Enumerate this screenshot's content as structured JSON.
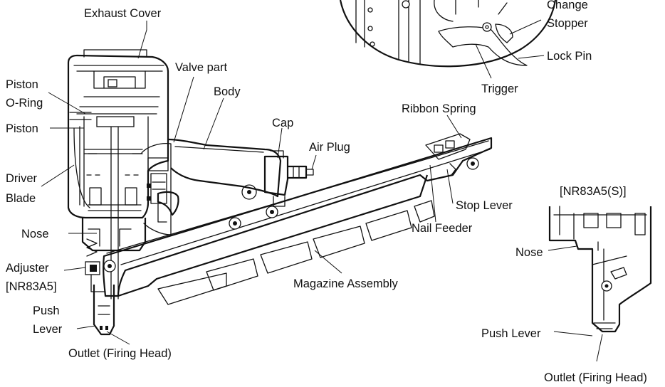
{
  "labels": {
    "exhaust_cover": "Exhaust Cover",
    "valve_part": "Valve part",
    "piston_oring_1": "Piston",
    "piston_oring_2": "O-Ring",
    "body": "Body",
    "piston": "Piston",
    "cap": "Cap",
    "air_plug": "Air Plug",
    "ribbon_spring": "Ribbon Spring",
    "driver_blade_1": "Driver",
    "driver_blade_2": "Blade",
    "stop_lever": "Stop Lever",
    "nose": "Nose",
    "nail_feeder": "Nail Feeder",
    "adjuster_1": "Adjuster",
    "adjuster_2": "[NR83A5]",
    "magazine_assembly": "Magazine Assembly",
    "push_lever_1": "Push",
    "push_lever_2": "Lever",
    "outlet": "Outlet (Firing Head)",
    "change_stopper_1": "Change",
    "change_stopper_2": "Stopper",
    "lock_pin": "Lock Pin",
    "trigger": "Trigger"
  },
  "inset": {
    "title": "[NR83A5(S)]",
    "nose": "Nose",
    "push_lever": "Push Lever",
    "outlet": "Outlet (Firing Head)"
  }
}
